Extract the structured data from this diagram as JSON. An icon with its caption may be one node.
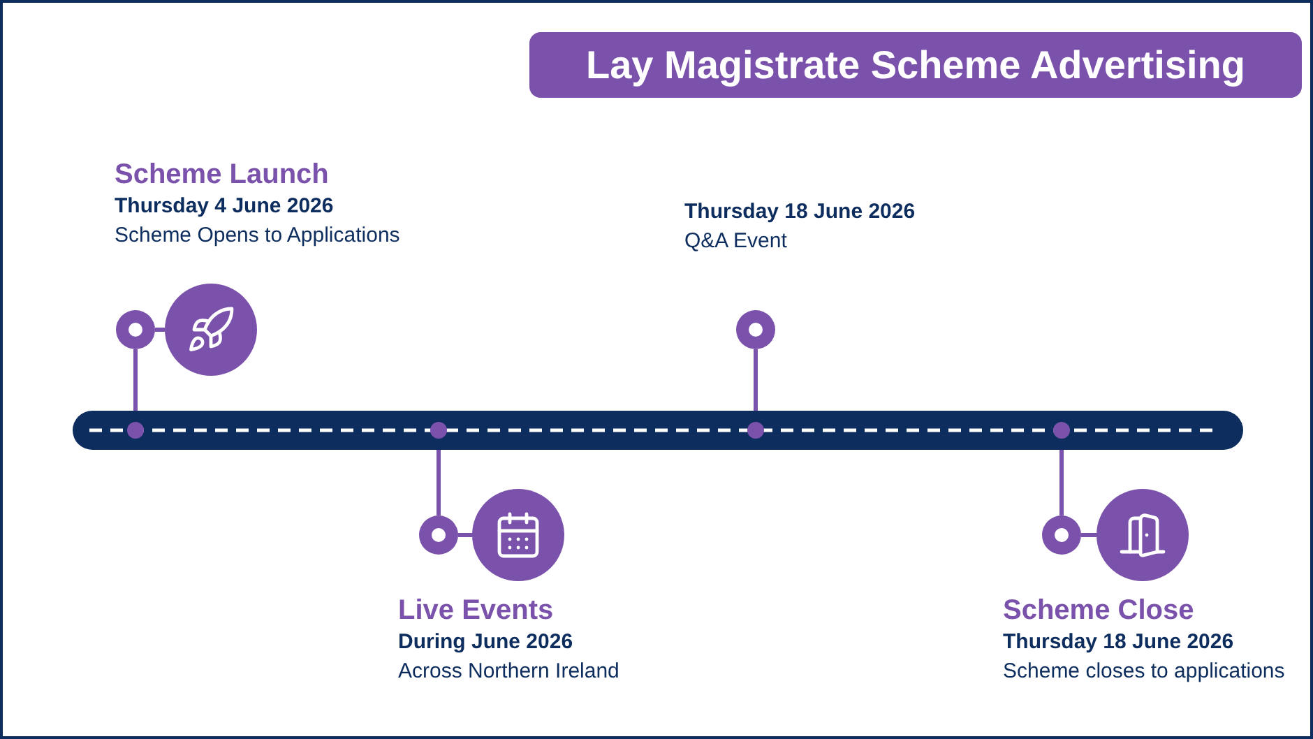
{
  "diagram": {
    "title": "Lay Magistrate Scheme Advertising",
    "nodes": [
      {
        "text": [
          "Scheme Launch",
          "Thursday 4 June 2026",
          "Scheme Opens to Applications"
        ]
      },
      {
        "text": [
          "Live Events",
          "During June 2026",
          "Across Northern Ireland"
        ]
      },
      {
        "text": [
          "Thursday 18 June 2026",
          "Q&A Event"
        ]
      },
      {
        "text": [
          "Scheme Close",
          "Thursday 18 June 2026",
          "Scheme closes to applications"
        ]
      },
      {
        "text": [],
        "shape": "bar"
      },
      {
        "text": [],
        "shape": "circle"
      },
      {
        "text": [],
        "shape": "circle"
      },
      {
        "text": [],
        "shape": "circle"
      },
      {
        "text": [],
        "shape": "circle"
      },
      {
        "text": [],
        "shape": "circle"
      },
      {
        "text": [],
        "shape": "circle"
      },
      {
        "text": [],
        "shape": "circle"
      }
    ],
    "edges": [
      {
        "from": 5,
        "to": 4,
        "arrow": "none"
      },
      {
        "from": 6,
        "to": 4,
        "arrow": "none"
      },
      {
        "from": 7,
        "to": 4,
        "arrow": "none"
      },
      {
        "from": 8,
        "to": 4,
        "arrow": "none"
      },
      {
        "from": 5,
        "to": 9,
        "arrow": "none"
      },
      {
        "from": 6,
        "to": 10,
        "arrow": "none"
      },
      {
        "from": 8,
        "to": 11,
        "arrow": "none"
      }
    ]
  }
}
